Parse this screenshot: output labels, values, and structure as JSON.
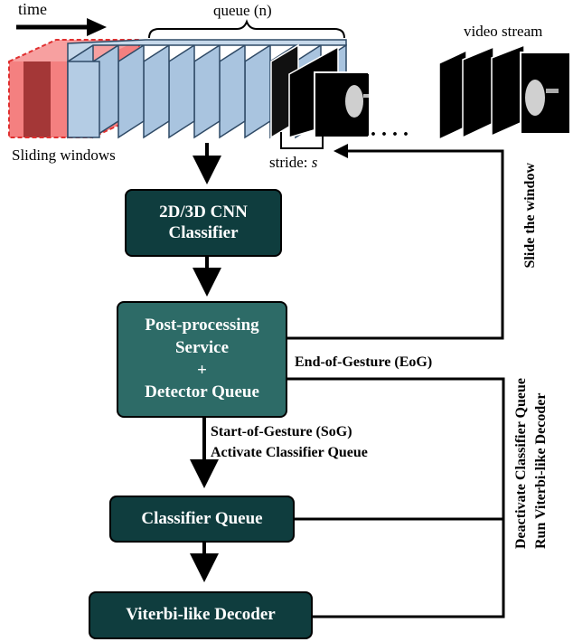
{
  "labels": {
    "time": "time",
    "queue": "queue (n)",
    "video_stream": "video stream",
    "sliding_windows": "Sliding windows",
    "stride": "stride:",
    "stride_var": "s",
    "slide_window": "Slide the window",
    "eog": "End-of-Gesture (EoG)",
    "sog_line1": "Start-of-Gesture (SoG)",
    "sog_line2": "Activate Classifier Queue",
    "deactivate_line1": "Deactivate Classifier Queue",
    "deactivate_line2": "Run Viterbi-like Decoder",
    "ellipsis": ". . . ."
  },
  "boxes": {
    "cnn_line1": "2D/3D CNN",
    "cnn_line2": "Classifier",
    "post_line1": "Post-processing",
    "post_line2": "Service",
    "post_line3": "+",
    "post_line4": "Detector Queue",
    "classifier_queue": "Classifier Queue",
    "viterbi": "Viterbi-like Decoder"
  },
  "colors": {
    "box_dark": "#0f3d3e",
    "box_mid": "#2d6b67",
    "queue_frame": "#a9c4df",
    "sliding_window": "#f48080"
  }
}
